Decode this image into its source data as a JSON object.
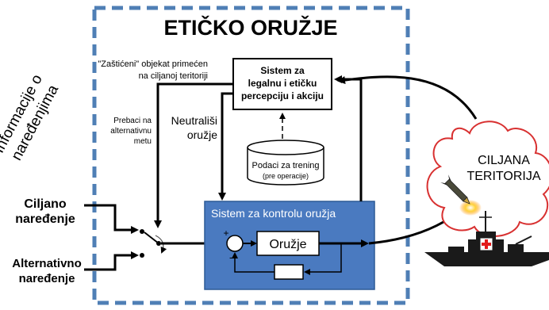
{
  "title": "ETIČKO ORUŽJE",
  "side_label": {
    "line1": "Informacije o",
    "line2": "naređenjima"
  },
  "inputs": {
    "target_order": {
      "line1": "Ciljano",
      "line2": "naređenje"
    },
    "alt_order": {
      "line1": "Alternativno",
      "line2": "naređenje"
    }
  },
  "annotations": {
    "protected_object": {
      "line1": "\"Zaštićeni\" objekat primećen",
      "line2": "na ciljanoj teritoriji"
    },
    "switch_target": {
      "line1": "Prebaci na",
      "line2": "alternativnu",
      "line3": "metu"
    },
    "neutralize": {
      "line1": "Neutrališi",
      "line2": "oružje"
    }
  },
  "ethics_box": {
    "line1": "Sistem za",
    "line2": "legalnu i etičku",
    "line3": "percepciju i akciju"
  },
  "training": {
    "line1": "Podaci za trening",
    "line2": "(pre operacije)"
  },
  "control": {
    "title": "Sistem za kontrolu oružja",
    "weapon": "Oružje",
    "plus": "+",
    "minus": "−"
  },
  "target_area": {
    "line1": "CILJANA",
    "line2": "TERITORIJA"
  },
  "colors": {
    "dashed_border": "#4f7fb5",
    "control_fill": "#4a7ac0",
    "cloud_stroke": "#d83030",
    "ship": "#1a1a1a",
    "cross": "#e21b1b"
  }
}
